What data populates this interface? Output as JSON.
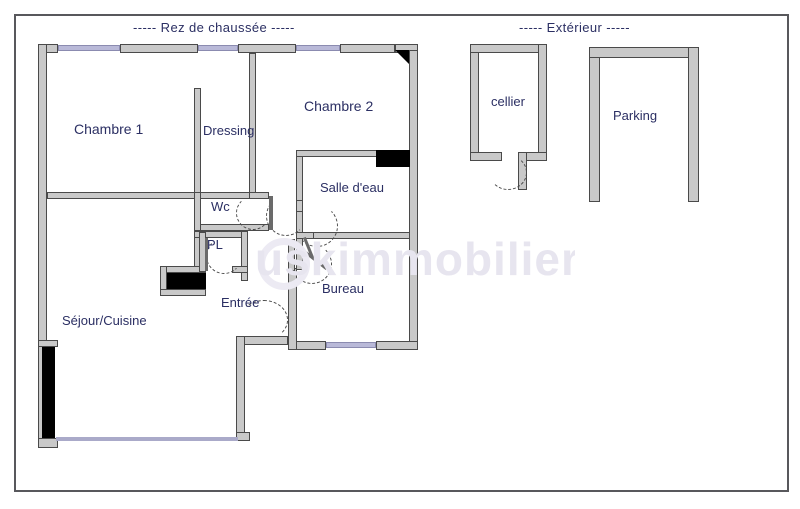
{
  "document": {
    "type": "floor-plan",
    "frame_color": "#58585c",
    "label_color": "#2b2f63",
    "wall_fill": "#c9c9c9",
    "wall_stroke": "#4a4a4a",
    "window_color": "#b9b9d8",
    "fill_black": "#000000"
  },
  "captions": {
    "ground_floor": "----- Rez de chaussée -----",
    "exterior": "----- Extérieur -----"
  },
  "rooms": [
    {
      "id": "chambre1",
      "label": "Chambre 1",
      "group": "ground"
    },
    {
      "id": "dressing",
      "label": "Dressing",
      "group": "ground"
    },
    {
      "id": "chambre2",
      "label": "Chambre 2",
      "group": "ground"
    },
    {
      "id": "wc",
      "label": "Wc",
      "group": "ground"
    },
    {
      "id": "salledeau",
      "label": "Salle d'eau",
      "group": "ground"
    },
    {
      "id": "pl",
      "label": "PL",
      "group": "ground"
    },
    {
      "id": "entree",
      "label": "Entrée",
      "group": "ground"
    },
    {
      "id": "bureau",
      "label": "Bureau",
      "group": "ground"
    },
    {
      "id": "sejour",
      "label": "Séjour/Cuisine",
      "group": "ground"
    },
    {
      "id": "cellier",
      "label": "cellier",
      "group": "exterior"
    },
    {
      "id": "parking",
      "label": "Parking",
      "group": "exterior"
    }
  ],
  "watermark": {
    "text": "uskimmobilier"
  }
}
